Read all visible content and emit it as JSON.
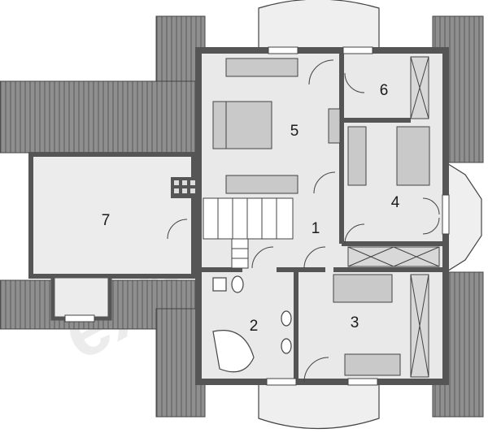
{
  "plan": {
    "colors": {
      "wall": "#555555",
      "floor": "#e9e9e9",
      "roof": "#8f8f8f",
      "roof_line": "#5a5a5a",
      "furniture": "#c9c9c9",
      "outline": "#444444",
      "bay": "#efefef"
    },
    "watermark": "extradom",
    "rooms": [
      {
        "id": "1",
        "label": "1"
      },
      {
        "id": "2",
        "label": "2"
      },
      {
        "id": "3",
        "label": "3"
      },
      {
        "id": "4",
        "label": "4"
      },
      {
        "id": "5",
        "label": "5"
      },
      {
        "id": "6",
        "label": "6"
      },
      {
        "id": "7",
        "label": "7"
      }
    ]
  }
}
